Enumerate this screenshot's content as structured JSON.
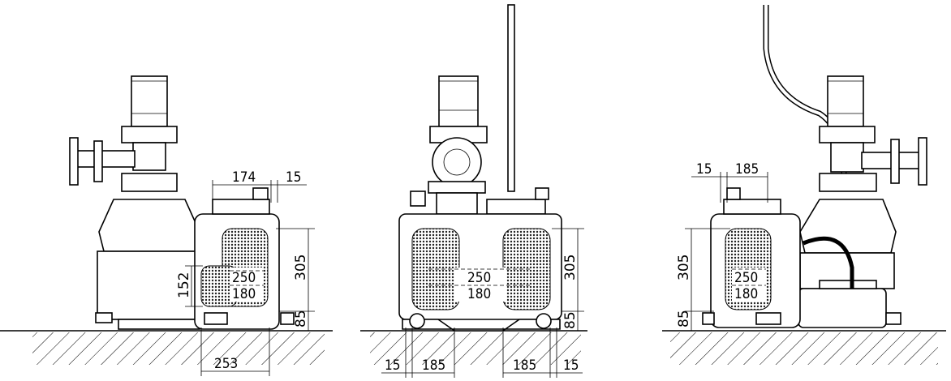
{
  "views": [
    {
      "id": "left",
      "dims": {
        "d174": "174",
        "d15_top": "15",
        "d305": "305",
        "d152": "152",
        "d85": "85",
        "d253": "253",
        "d250": "250",
        "d180": "180"
      }
    },
    {
      "id": "center",
      "dims": {
        "d305": "305",
        "d85": "85",
        "d250": "250",
        "d180": "180",
        "d15_left": "15",
        "d185_left": "185",
        "d185_right": "185",
        "d15_right": "15"
      }
    },
    {
      "id": "right",
      "dims": {
        "d15_top": "15",
        "d185_top": "185",
        "d305": "305",
        "d85": "85",
        "d250": "250",
        "d180": "180"
      }
    }
  ]
}
